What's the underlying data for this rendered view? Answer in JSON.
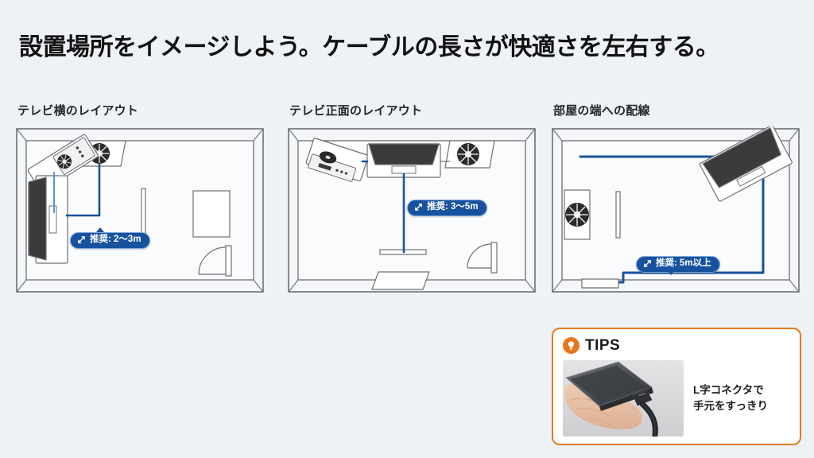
{
  "slide": {
    "title": "設置場所をイメージしよう。ケーブルの長さが快適さを左右する。",
    "background_color": "#eef1f5",
    "accent_blue": "#17529f",
    "accent_orange": "#e07b22"
  },
  "panels": [
    {
      "id": "tv-side-layout",
      "title": "テレビ横のレイアウト",
      "badge": {
        "text": "推奨: 2〜3m",
        "icon": "diagonal-arrow-icon",
        "pointer": "up"
      }
    },
    {
      "id": "tv-front-layout",
      "title": "テレビ正面のレイアウト",
      "badge": {
        "text": "推奨: 3〜5m",
        "icon": "diagonal-arrow-icon",
        "pointer": "none"
      }
    },
    {
      "id": "room-edge-routing",
      "title": "部屋の端への配線",
      "badge": {
        "text": "推奨: 5m以上",
        "icon": "diagonal-arrow-icon",
        "pointer": "down"
      }
    }
  ],
  "tips": {
    "icon": "lightbulb-icon",
    "label": "TIPS",
    "photo_alt": "スマートフォンにL字コネクタのケーブルを挿した手元の写真",
    "caption_line1": "L字コネクタで",
    "caption_line2": "手元をすっきり"
  }
}
